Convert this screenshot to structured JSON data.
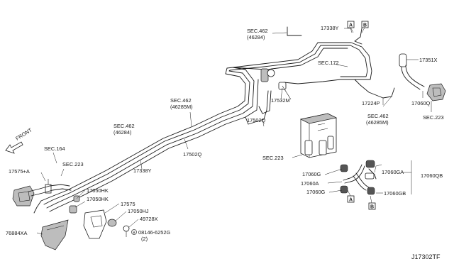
{
  "diagram_code": "J17302TF",
  "front_label": "FRONT",
  "labels": {
    "sec_462_top": "SEC.462",
    "sec_462_top_sub": "(46284)",
    "p17338y_top": "17338Y",
    "p17351x": "17351X",
    "sec_172": "SEC.172",
    "p17532m": "17532M",
    "p17224p": "17224P",
    "p17060q": "17060Q",
    "sec_223_right": "SEC.223",
    "sec_462_rm": "SEC.462",
    "sec_462_rm_sub": "(46285M)",
    "p17502q_mid": "17502Q",
    "sec_462_mid_a": "SEC.462",
    "sec_462_mid_a_sub": "(46285M)",
    "sec_462_mid_b": "SEC.462",
    "sec_462_mid_b_sub": "(46284)",
    "p17502q_low": "17502Q",
    "p17338y_low": "17338Y",
    "sec_164": "SEC.164",
    "sec_223_left": "SEC.223",
    "p17575a": "17575+A",
    "p17050hk_a": "17050HK",
    "p17050hk_b": "17050HK",
    "p17575": "17575",
    "p17050hj": "17050HJ",
    "p49728x": "49728X",
    "bolt": "08146-6252G",
    "bolt_qty": "(2)",
    "bolt_prefix": "B",
    "p76884xa": "76884XA",
    "sec_223_canister": "SEC.223",
    "p17060g_a": "17060G",
    "p17060ga_a": "17060GA",
    "p17060qb": "17060QB",
    "p17060a": "17060A",
    "p17060g_b": "17060G",
    "p17060gb": "17060GB",
    "ref_a": "A",
    "ref_b": "B"
  }
}
